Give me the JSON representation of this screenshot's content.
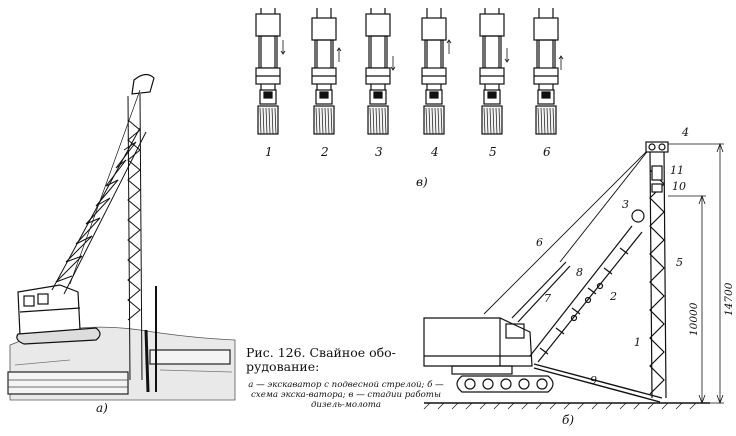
{
  "caption": {
    "title": "Рис. 126. Свайное обо-рудование:",
    "description": "а — экскаватор с подвесной стрелой; б — схема экска-ватора; в — стадии работы дизель-молота"
  },
  "panel_labels": {
    "a": "а)",
    "b": "б)",
    "v": "в)"
  },
  "stages": [
    "1",
    "2",
    "3",
    "4",
    "5",
    "6"
  ],
  "parts": [
    "1",
    "2",
    "3",
    "4",
    "5",
    "6",
    "7",
    "8",
    "9",
    "10",
    "11"
  ],
  "dimensions": {
    "total": "14700",
    "lower": "10000"
  }
}
